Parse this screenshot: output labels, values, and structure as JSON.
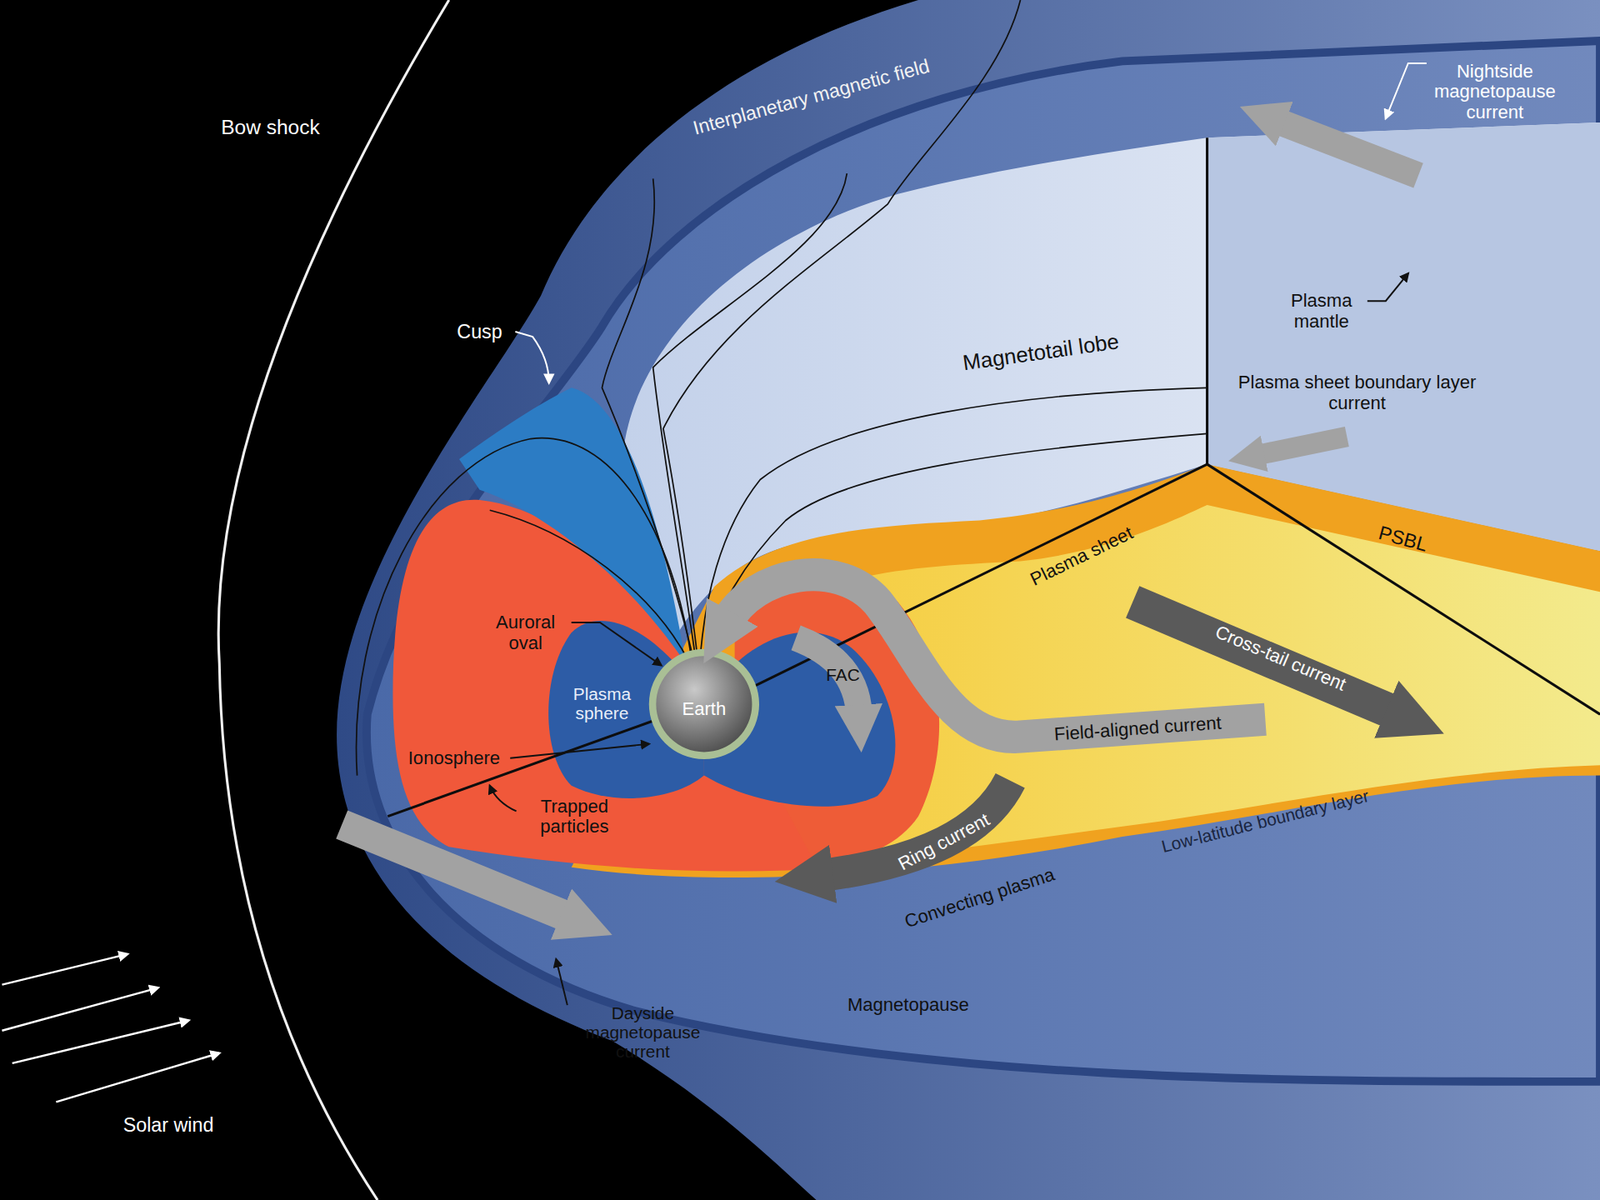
{
  "diagram": {
    "labels": [
      "Bow shock",
      "Interplanetary magnetic field",
      "Nightside magnetopause current",
      "Plasma mantle",
      "Cusp",
      "Magnetotail lobe",
      "Plasma sheet boundary layer current",
      "PSBL",
      "Plasma sheet",
      "Auroral oval",
      "Plasma sphere",
      "Earth",
      "FAC",
      "Field-aligned current",
      "Cross-tail current",
      "Ionosphere",
      "Trapped particles",
      "Ring current",
      "Convecting plasma",
      "Low-latitude boundary layer",
      "Dayside magnetopause current",
      "Magnetopause",
      "Solar wind"
    ]
  }
}
